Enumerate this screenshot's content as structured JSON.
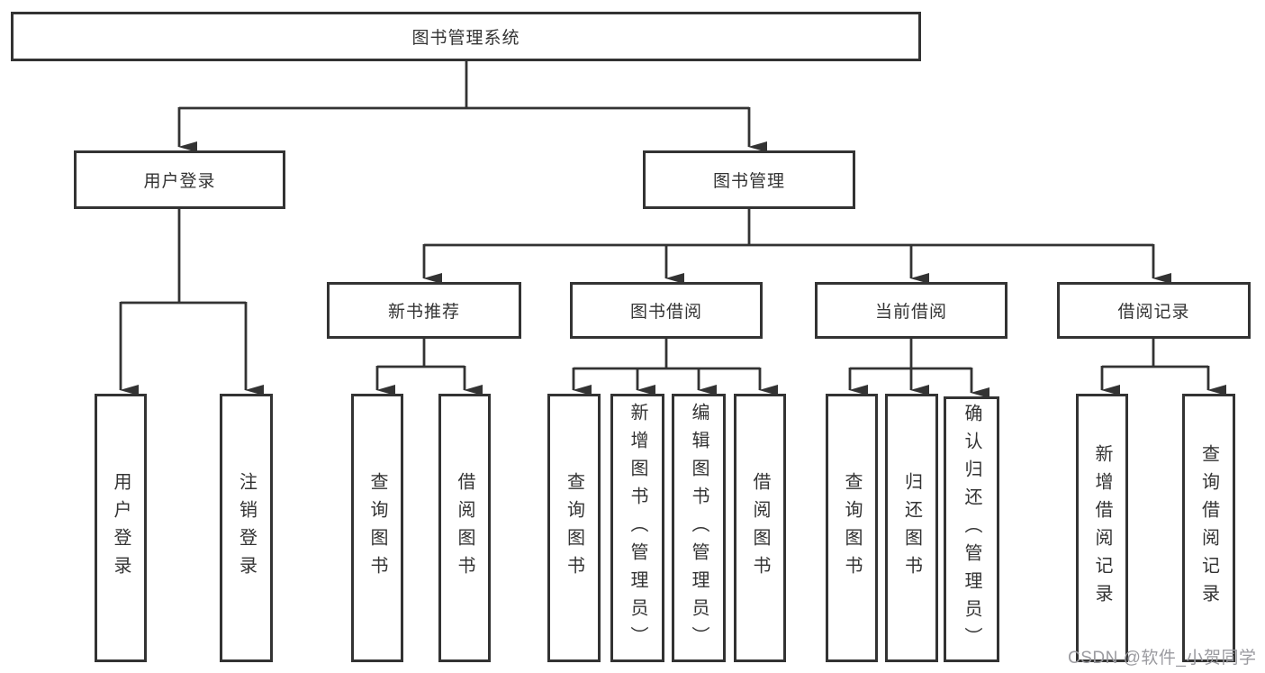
{
  "diagram": {
    "root": "图书管理系统",
    "level2": {
      "user_login": "用户登录",
      "book_management": "图书管理"
    },
    "level3": {
      "new_book_recommend": "新书推荐",
      "book_borrow": "图书借阅",
      "current_borrow": "当前借阅",
      "borrow_record": "借阅记录"
    },
    "leaves": {
      "user_login": "用户登录",
      "logout": "注销登录",
      "recommend_query_book": "查询图书",
      "recommend_borrow_book": "借阅图书",
      "borrow_query_book": "查询图书",
      "borrow_add_book": "新增图书（管理员）",
      "borrow_edit_book": "编辑图书（管理员）",
      "borrow_borrow_book": "借阅图书",
      "current_query_book": "查询图书",
      "current_return_book": "归还图书",
      "current_confirm_return": "确认归还（管理员）",
      "record_add": "新增借阅记录",
      "record_query": "查询借阅记录"
    }
  },
  "watermark": "CSDN @软件_小贺同学",
  "colors": {
    "line": "#333333",
    "text": "#333333",
    "watermark": "#9b9ba0",
    "background": "#ffffff"
  }
}
